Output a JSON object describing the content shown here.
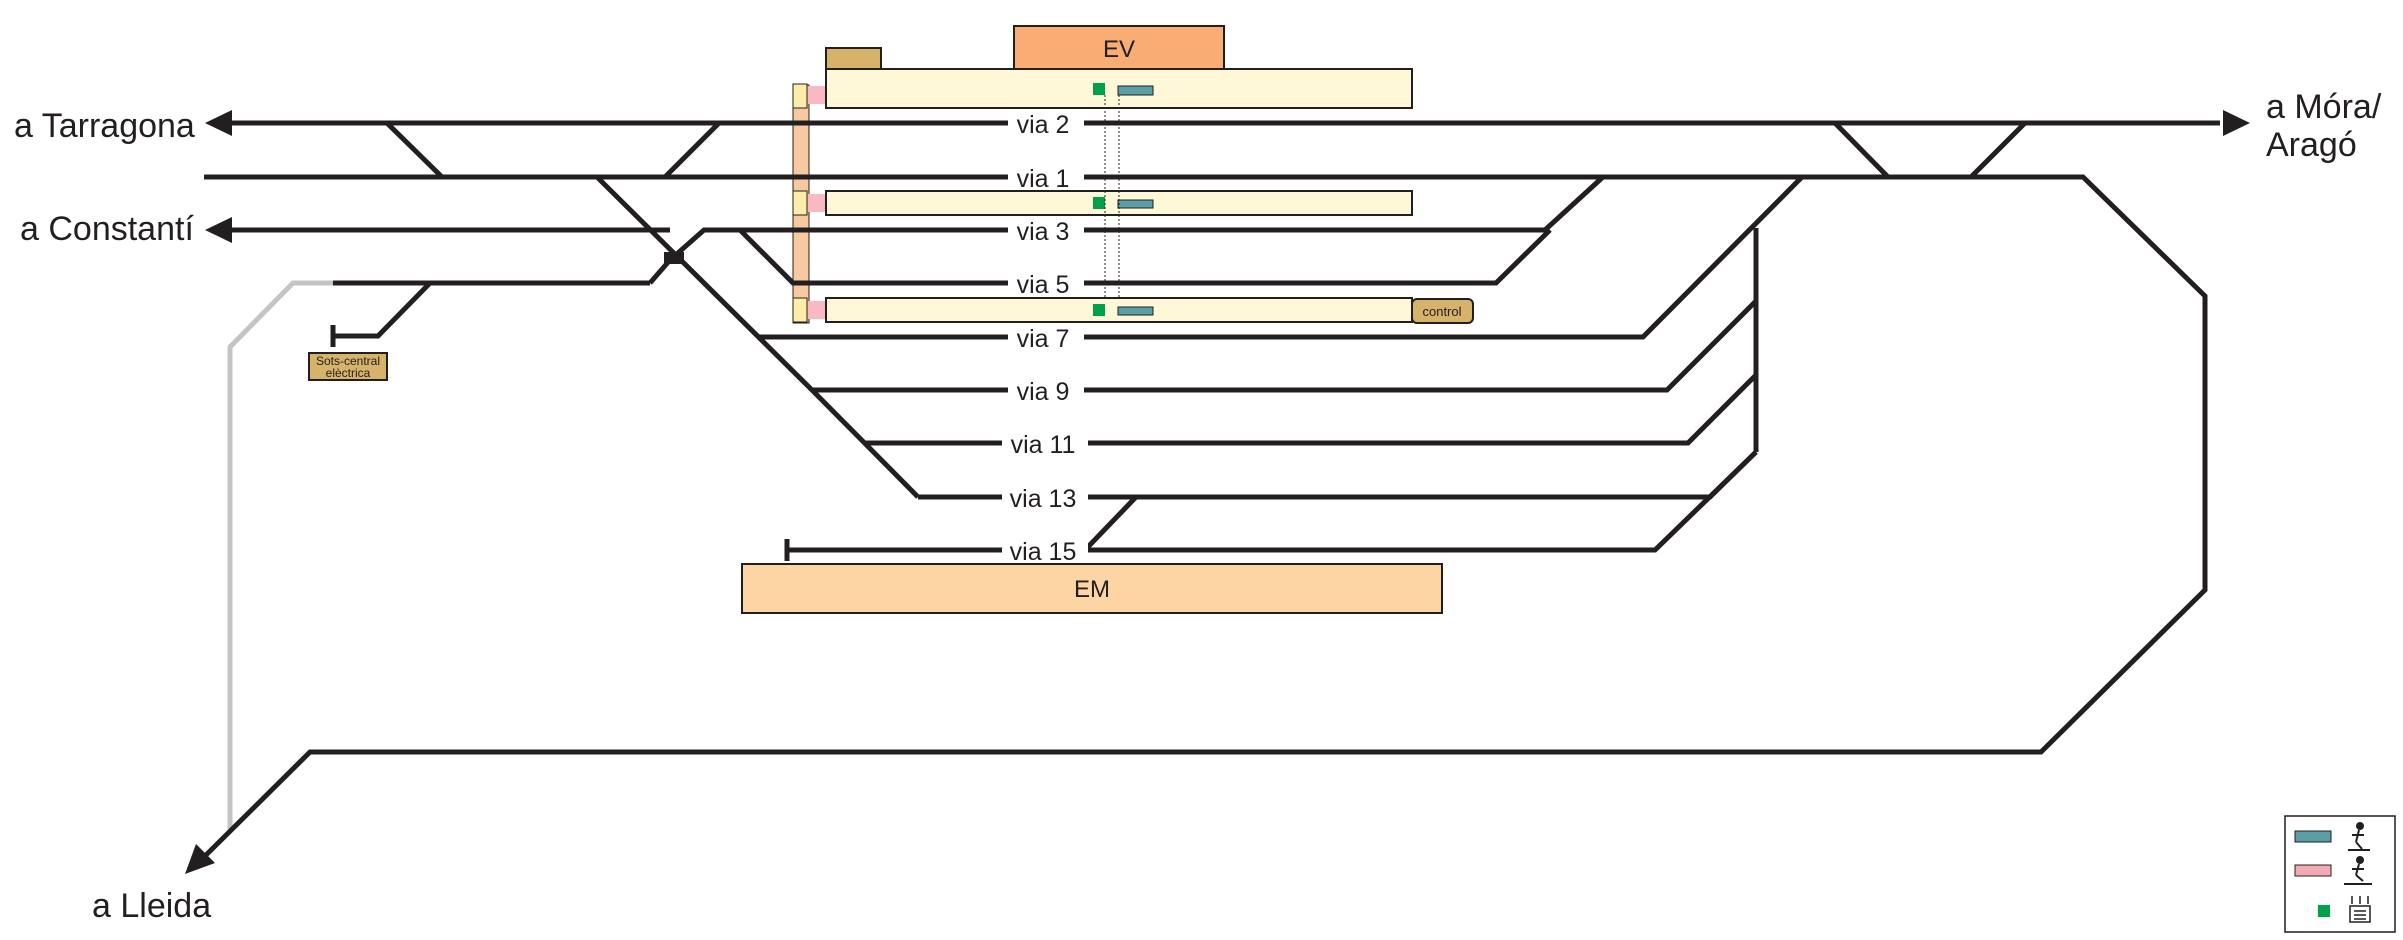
{
  "destinations": {
    "tarragona": "a Tarragona",
    "constanti": "a Constantí",
    "mora_line1": "a Móra/",
    "mora_line2": "Aragó",
    "lleida": "a Lleida"
  },
  "vias": [
    "via 2",
    "via 1",
    "via 3",
    "via 5",
    "via 7",
    "via 9",
    "via 11",
    "via 13",
    "via 15"
  ],
  "buildings": {
    "ev": "EV",
    "em": "EM",
    "control": "control",
    "substation_line1": "Sots-central",
    "substation_line2": "elèctrica"
  },
  "colors": {
    "track": "#231f20",
    "disused_track": "#c4c4c4",
    "platform": "#fef8d8",
    "ev_building": "#f7ad73",
    "em_building": "#fdd5a5",
    "small_building": "#d7b26b",
    "underpass": "#f6c9a0",
    "platform_access": "#f8b9c2",
    "ramp_pink": "#f4aab5",
    "station_bench": "#5b9fa6",
    "ticket_machine": "#00a14b"
  },
  "legend": {
    "items": [
      {
        "swatch": "bench-teal",
        "icon": "accessible-boarding-icon"
      },
      {
        "swatch": "ramp-pink",
        "icon": "step-free-access-icon"
      },
      {
        "swatch": "ticket-green",
        "icon": "ticket-machine-icon"
      }
    ]
  }
}
